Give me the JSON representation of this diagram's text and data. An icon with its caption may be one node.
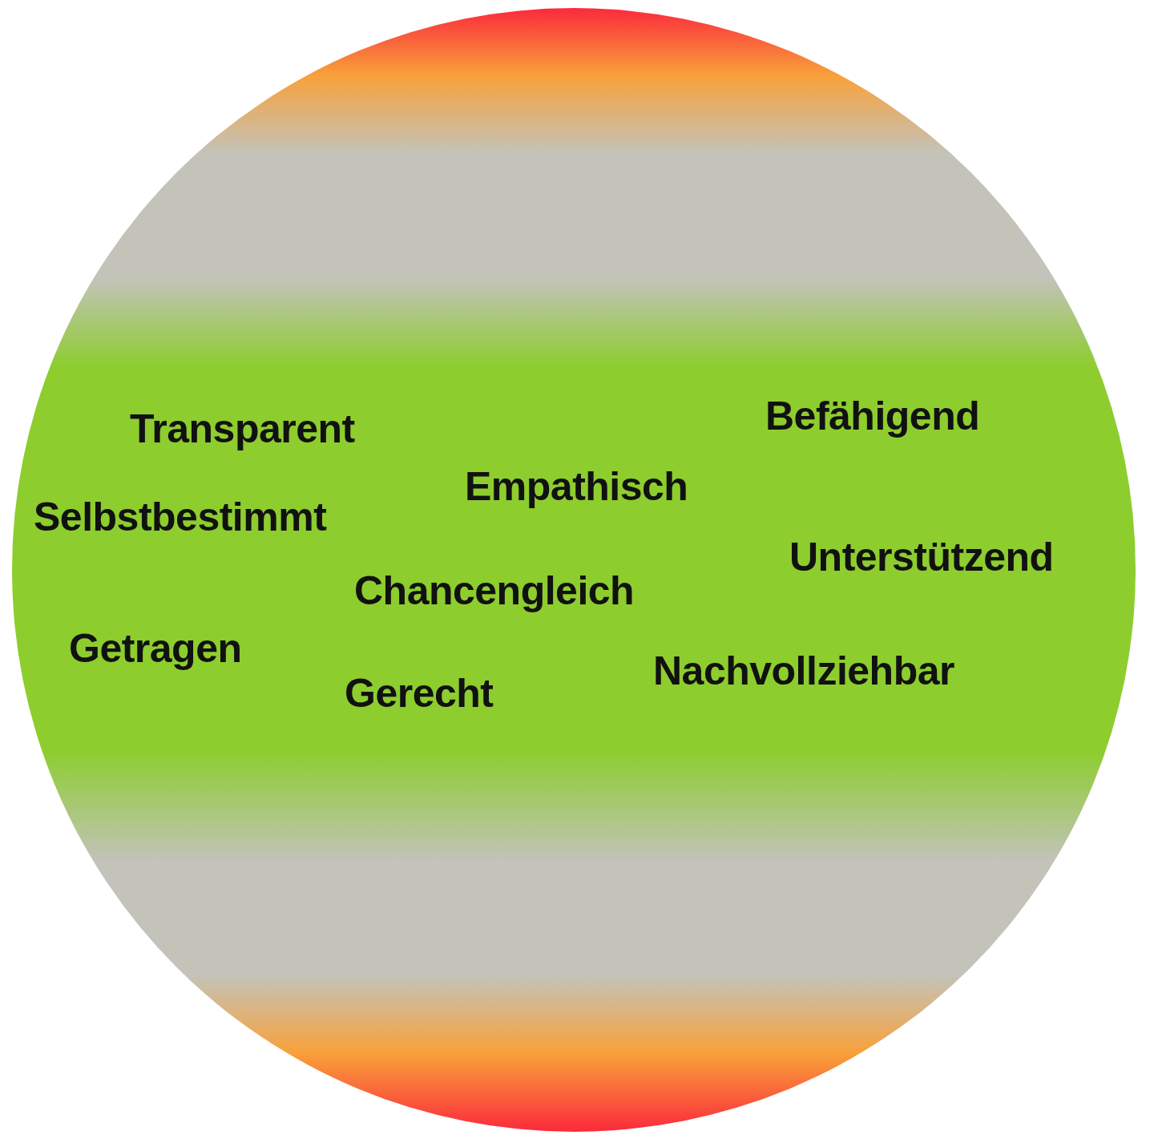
{
  "diagram": {
    "nodes": [
      {
        "text": [
          "Befähigend",
          "Transparent",
          "Empathisch",
          "Selbstbestimmt",
          "Unterstützend",
          "Chancengleich",
          "Getragen",
          "Nachvollziehbar",
          "Gerecht"
        ]
      }
    ]
  }
}
